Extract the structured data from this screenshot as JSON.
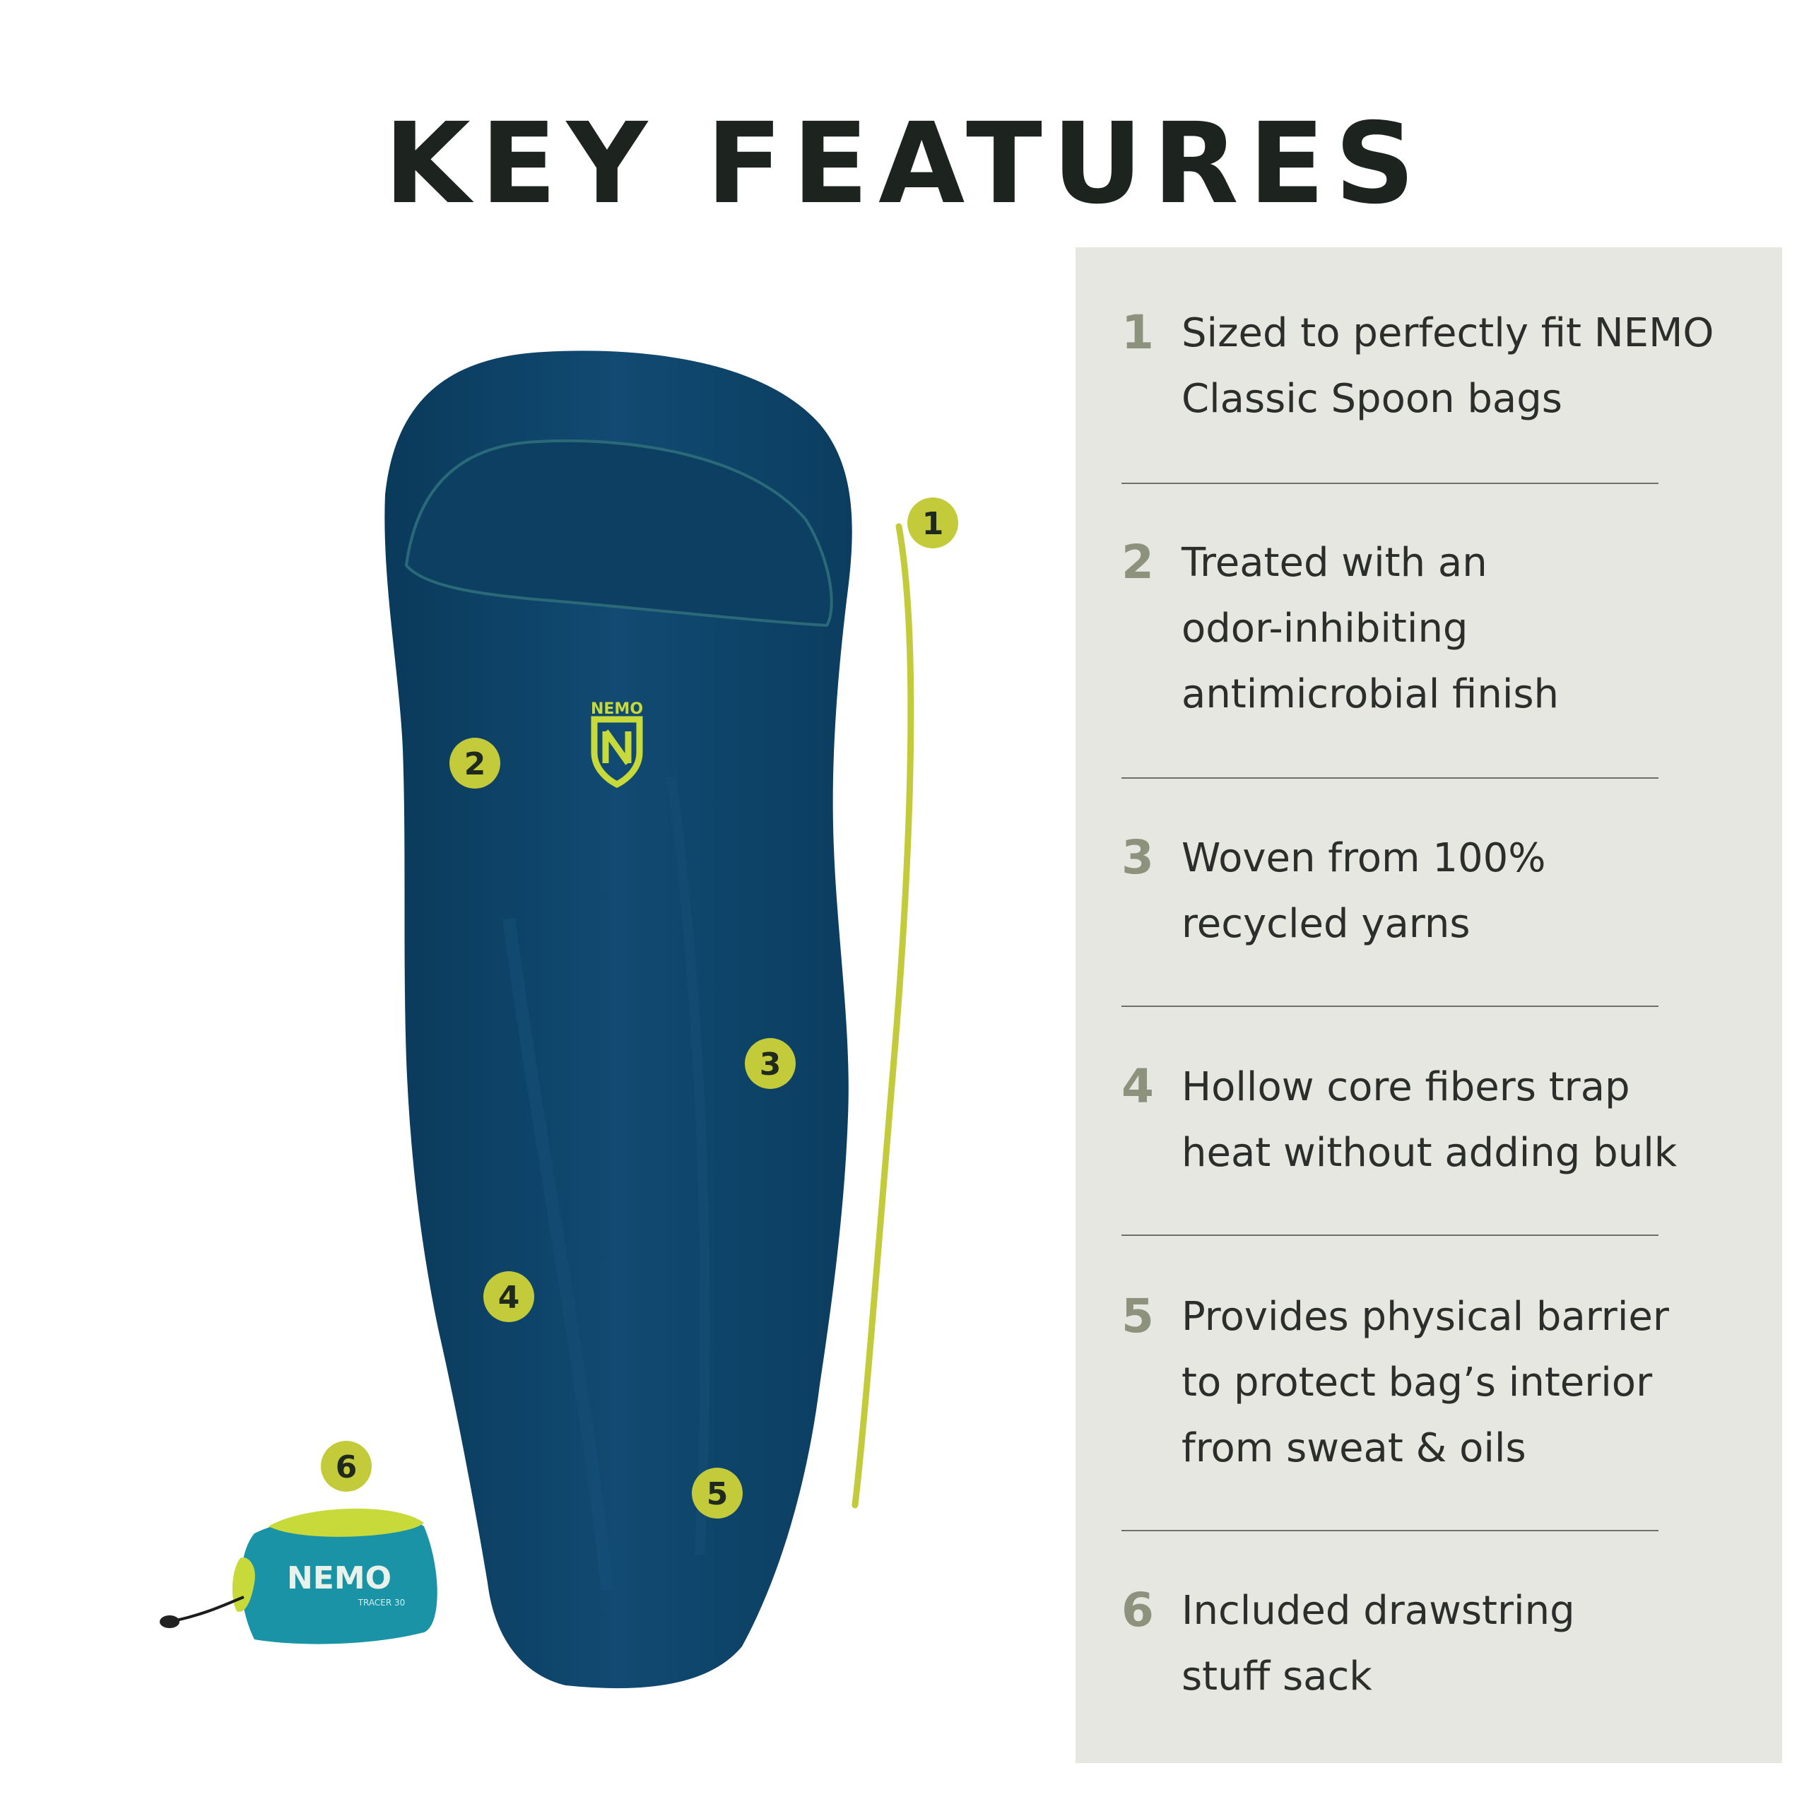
{
  "title": "KEY FEATURES",
  "features": [
    {
      "number": "1",
      "lines": [
        "Sized to perfectly fit NEMO",
        "Classic Spoon bags"
      ]
    },
    {
      "number": "2",
      "lines": [
        "Treated with an",
        "odor-inhibiting",
        "antimicrobial finish"
      ]
    },
    {
      "number": "3",
      "lines": [
        "Woven from 100%",
        "recycled yarns"
      ]
    },
    {
      "number": "4",
      "lines": [
        "Hollow core fibers trap",
        "heat without adding bulk"
      ]
    },
    {
      "number": "5",
      "lines": [
        "Provides physical barrier",
        "to protect  bag’s interior",
        "from sweat & oils"
      ]
    },
    {
      "number": "6",
      "lines": [
        "Included drawstring",
        "stuff sack"
      ]
    }
  ],
  "product": {
    "liner_logo_text": "NEMO",
    "sack_logo_text": "NEMO",
    "sack_model_text": "TRACER 30",
    "callouts": [
      "1",
      "2",
      "3",
      "4",
      "5",
      "6"
    ]
  },
  "colors": {
    "liner": "#0e4468",
    "accent_lime": "#c4cb3a",
    "panel": "#e6e7e1",
    "number": "#8d927d",
    "sack_teal": "#1a93a6"
  }
}
